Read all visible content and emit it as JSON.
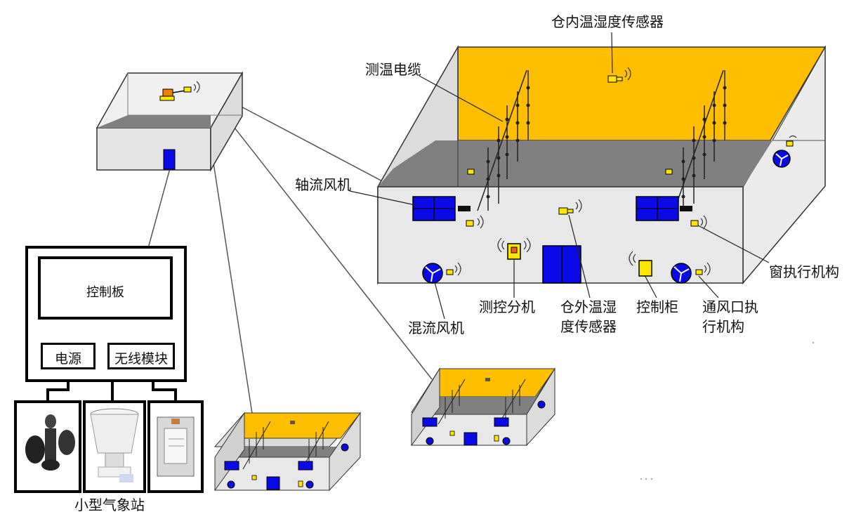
{
  "labels": {
    "indoor_sensor": "仓内温湿度传感器",
    "temp_cable": "测温电缆",
    "axial_fan": "轴流风机",
    "window_actuator": "窗执行机构",
    "mixed_fan": "混流风机",
    "measure_unit": "测控分机",
    "outdoor_sensor_line1": "仓外温湿",
    "outdoor_sensor_line2": "度传感器",
    "control_cabinet": "控制柜",
    "vent_actuator_line1": "通风口执",
    "vent_actuator_line2": "行机构"
  },
  "station": {
    "control_board": "控制板",
    "power": "电源",
    "wireless_module": "无线模块",
    "title": "小型气象站"
  },
  "colors": {
    "wall_yellow": "#FFBF00",
    "floor_gray": "#808080",
    "fan_blue": "#0A0AE6",
    "box_fill": "#E8E8E8",
    "sensor_yellow": "#FFE600"
  }
}
